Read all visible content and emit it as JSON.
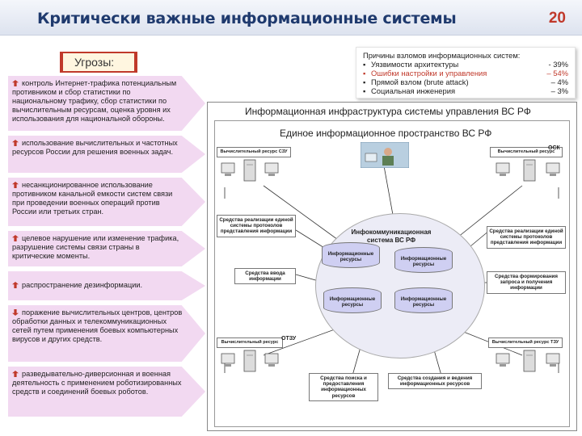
{
  "slide": {
    "title": "Критически важные информационные системы",
    "number": "20"
  },
  "threats": {
    "label": "Угрозы:",
    "items": [
      "контроль Интернет-трафика потенциальным противником и сбор статистики по национальному трафику, сбор статистики по вычислительным ресурсам, оценка уровня их использования для национальной обороны.",
      "использование вычислительных и частотных ресурсов России для решения военных задач.",
      "несанкционированное использование противником канальной емкости систем связи при проведении военных операций против России или третьих стран.",
      "целевое нарушение или изменение трафика, разрушение системы связи страны в критические моменты.",
      "распространение дезинформации.",
      "поражение вычислительных центров, центров обработки данных и телекоммуникационных сетей путем применения боевых компьютерных вирусов и других средств.",
      "разведывательно-диверсионная и военная деятельность с применением роботизированных средств и соединений боевых роботов."
    ]
  },
  "reasons": {
    "title": "Причины взломов информационных систем:",
    "items": [
      {
        "text": "Уязвимости архитектуры",
        "value": "- 39%",
        "highlight": false
      },
      {
        "text": "Ошибки настройки и управления",
        "value": "– 54%",
        "highlight": true
      },
      {
        "text": "Прямой взлом (brute attack)",
        "value": "– 4%",
        "highlight": false
      },
      {
        "text": "Социальная инженерия",
        "value": "– 3%",
        "highlight": false
      }
    ]
  },
  "diagram": {
    "outer_title": "Информационная инфраструктура системы управления ВС РФ",
    "inner_title": "Единое информационное пространство ВС РФ",
    "center_title": "Инфокоммуникационная система ВС РФ",
    "resource_tl": "Вычислительный ресурс СЗУ",
    "resource_tr": "Вычислительный ресурс",
    "osk": "ОСК",
    "resource_bl": "Вычислительный ресурс",
    "otsu": "ОТЗУ",
    "resource_br": "Вычислительный ресурс ТЗУ",
    "left_box1": "Средства реализации единой системы протоколов представления информации",
    "left_box2": "Средства ввода информации",
    "right_box1": "Средства реализации единой системы протоколов представления информации",
    "right_box2": "Средства формирования запроса и получения информации",
    "bottom_box1": "Средства поиска и предоставления информационных ресурсов",
    "bottom_box2": "Средства создания и ведения информационных ресурсов",
    "cyl1": "Информационные ресурсы",
    "cyl2": "Информационные ресурсы",
    "cyl3": "Информационные ресурсы",
    "cyl4": "Информационные ресурсы"
  }
}
